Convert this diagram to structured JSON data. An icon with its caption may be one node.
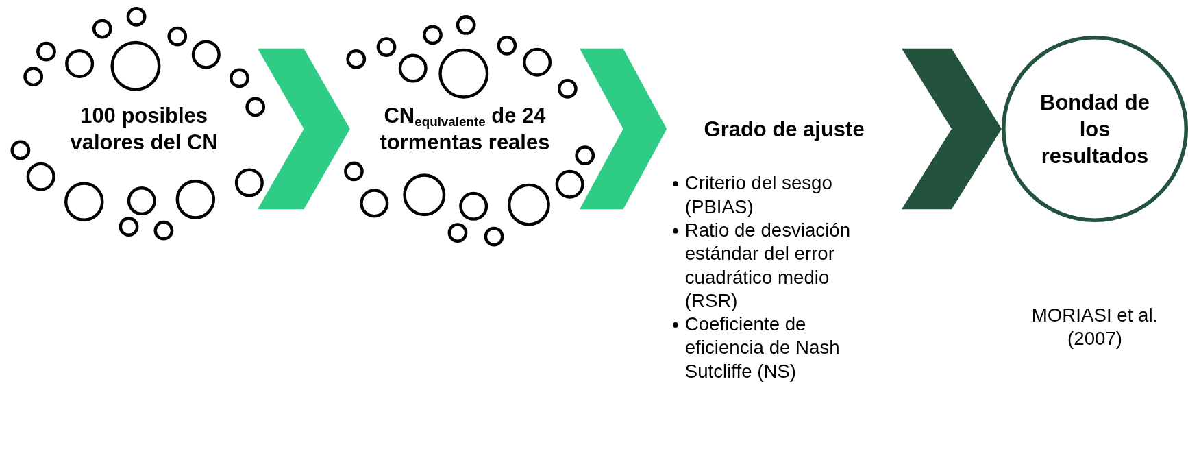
{
  "diagram": {
    "nodes": [
      {
        "text": [
          "100 posibles valores del CN"
        ]
      },
      {
        "text": [
          "CN$_{equivalente}$ de 24 tormentas reales"
        ]
      },
      {
        "text": [
          "Grado de ajuste"
        ]
      },
      {
        "text": [
          "Bondad de los resultados"
        ]
      }
    ],
    "edges": [
      {
        "from": 0,
        "to": 1,
        "arrow": "to"
      },
      {
        "from": 1,
        "to": 2,
        "arrow": "to"
      },
      {
        "from": 2,
        "to": 3,
        "arrow": "to",
        "color": "#24533d"
      }
    ],
    "labels": [
      "Criterio del sesgo (PBIAS)",
      "Ratio de desviación estándar del error cuadrático medio (RSR)",
      "Coeficiente de eficiencia de Nash Sutcliffe (NS)",
      "MORIASI et al. (2007)"
    ]
  }
}
